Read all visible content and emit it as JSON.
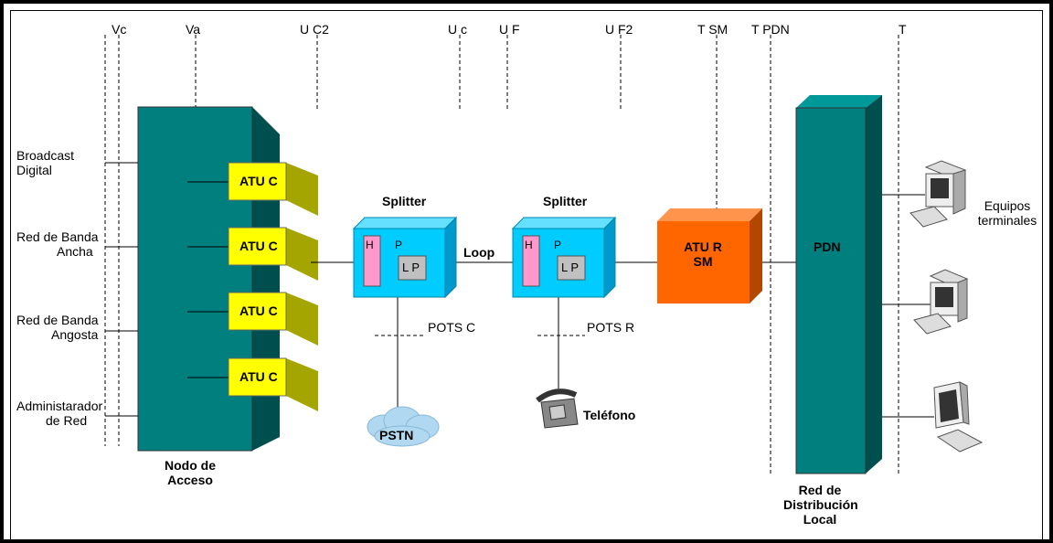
{
  "ref_points": [
    "Vc",
    "Va",
    "U C2",
    "U c",
    "U F",
    "U F2",
    "T SM",
    "T PDN",
    "T"
  ],
  "access_node": {
    "label_line1": "Nodo de",
    "label_line2": "Acceso"
  },
  "inputs": [
    {
      "line1": "Broadcast",
      "line2": "Digital"
    },
    {
      "line1": "Red de Banda",
      "line2": "Ancha"
    },
    {
      "line1": "Red de Banda",
      "line2": "Angosta"
    },
    {
      "line1": "Administarador",
      "line2": "de Red"
    }
  ],
  "atu_c": [
    "ATU C",
    "ATU C",
    "ATU C",
    "ATU C"
  ],
  "splitter_c": {
    "title": "Splitter",
    "hp": "H P",
    "lp": "L P",
    "pots": "POTS C",
    "pstn": "PSTN"
  },
  "loop": "Loop",
  "splitter_r": {
    "title": "Splitter",
    "hp": "H P",
    "lp": "L P",
    "pots": "POTS R",
    "phone": "Teléfono"
  },
  "atu_r": {
    "line1": "ATU R",
    "line2": "SM"
  },
  "pdn": {
    "label": "PDN",
    "dist_line1": "Red de",
    "dist_line2": "Distribución",
    "dist_line3": "Local"
  },
  "terminals": {
    "line1": "Equipos",
    "line2": "terminales"
  },
  "colors": {
    "teal": "#007f7f",
    "teal_dark": "#004f4f",
    "teal_side": "#005555",
    "atu_c": "#ffff00",
    "atu_c_side": "#a5a500",
    "splitter": "#00ccff",
    "splitter_side": "#0099cc",
    "hp": "#ff99cc",
    "lp": "#c0c0c0",
    "atu_r": "#ff6600",
    "atu_r_side": "#b34700"
  }
}
